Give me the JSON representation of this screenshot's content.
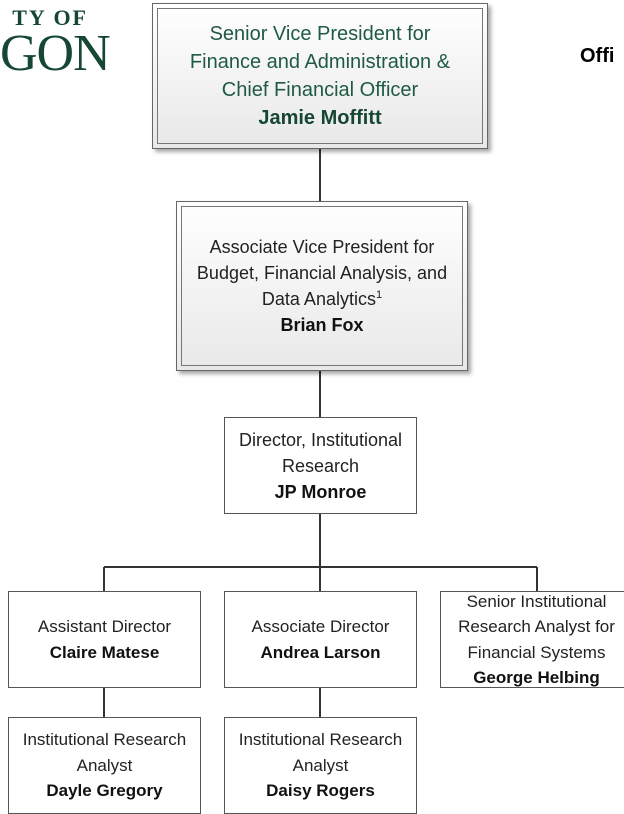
{
  "logo": {
    "line1": "TY OF",
    "line2": "GON"
  },
  "header": {
    "office_title": "Offi"
  },
  "org_chart": {
    "svp": {
      "title_lines": [
        "Senior Vice President for",
        "Finance and Administration &",
        "Chief Financial Officer"
      ],
      "name": "Jamie Moffitt"
    },
    "avp": {
      "title_lines": [
        "Associate Vice President for",
        "Budget, Financial Analysis, and",
        "Data Analytics"
      ],
      "footnote_marker": "1",
      "name": "Brian Fox"
    },
    "director": {
      "title_lines": [
        "Director, Institutional",
        "Research"
      ],
      "name": "JP Monroe"
    },
    "assistant_director": {
      "title": "Assistant Director",
      "name": "Claire Matese"
    },
    "associate_director": {
      "title": "Associate Director",
      "name": "Andrea Larson"
    },
    "senior_analyst": {
      "title_lines": [
        "Senior Institutional",
        "Research Analyst for",
        "Financial Systems"
      ],
      "name": "George Helbing"
    },
    "analyst_1": {
      "title_lines": [
        "Institutional Research",
        "Analyst"
      ],
      "name": "Dayle Gregory"
    },
    "analyst_2": {
      "title_lines": [
        "Institutional Research",
        "Analyst"
      ],
      "name": "Daisy Rogers"
    }
  },
  "colors": {
    "brand_green": "#154733",
    "svp_text": "#1f5a43",
    "connector": "#333333",
    "box_border": "#555555"
  }
}
